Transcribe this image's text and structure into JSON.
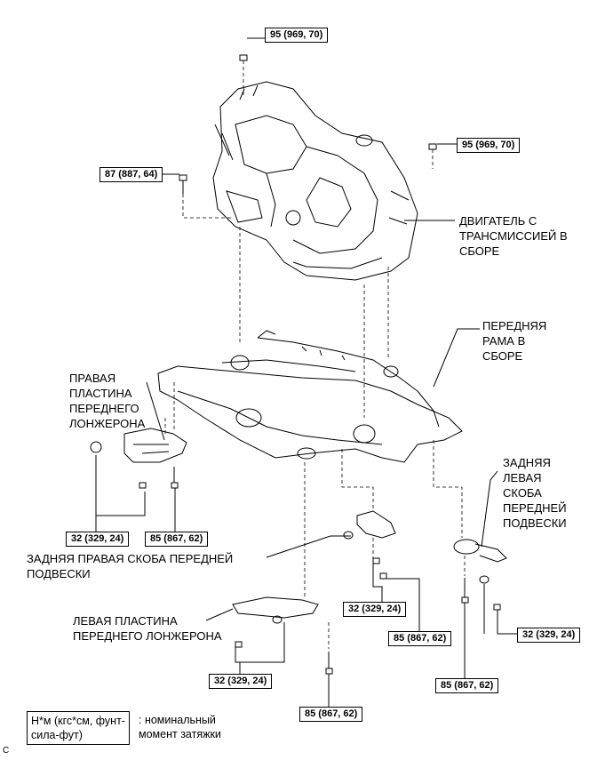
{
  "torque_labels": {
    "t1": "95 (969, 70)",
    "t2": "95 (969, 70)",
    "t3": "87 (887, 64)",
    "t4": "32 (329, 24)",
    "t5": "85 (867, 62)",
    "t6": "32 (329, 24)",
    "t7": "85 (867, 62)",
    "t8": "32 (329, 24)",
    "t9": "32 (329, 24)",
    "t10": "85 (867, 62)",
    "t11": "85 (867, 62)"
  },
  "part_labels": {
    "engine": [
      "ДВИГАТЕЛЬ С",
      "ТРАНСМИССИЕЙ В",
      "СБОРЕ"
    ],
    "front_frame": [
      "ПЕРЕДНЯЯ",
      "РАМА В",
      "СБОРЕ"
    ],
    "right_plate": [
      "ПРАВАЯ",
      "ПЛАСТИНА",
      "ПЕРЕДНЕГО",
      "ЛОНЖЕРОНА"
    ],
    "rear_left_bracket": [
      "ЗАДНЯЯ",
      "ЛЕВАЯ",
      "СКОБА",
      "ПЕРЕДНЕЙ",
      "ПОДВЕСКИ"
    ],
    "rear_right_bracket": [
      "ЗАДНЯЯ ПРАВАЯ СКОБА ПЕРЕДНЕЙ",
      "ПОДВЕСКИ"
    ],
    "left_plate": [
      "ЛЕВАЯ ПЛАСТИНА",
      "ПЕРЕДНЕГО ЛОНЖЕРОНА"
    ]
  },
  "legend": {
    "box": [
      "Н*м (кгс*см, фунт-",
      "сила-фут)"
    ],
    "text": [
      ": номинальный",
      "момент затяжки"
    ]
  },
  "corner_mark": "C"
}
